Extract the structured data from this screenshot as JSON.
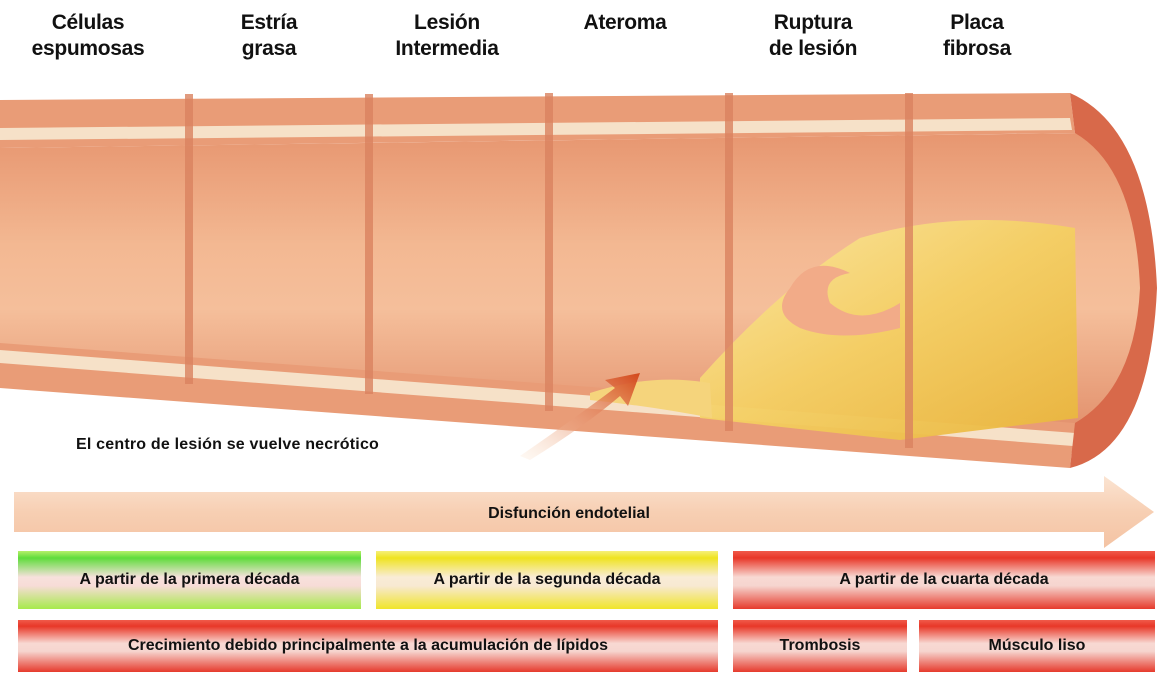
{
  "stages": [
    {
      "label": "Células\nespumosas"
    },
    {
      "label": "Estría\ngrasa"
    },
    {
      "label": "Lesión\nIntermedia"
    },
    {
      "label": "Ateroma"
    },
    {
      "label": "Ruptura\nde lesión"
    },
    {
      "label": "Placa\nfibrosa"
    }
  ],
  "annotation": "El centro de lesión se vuelve necrótico",
  "progression": "Disfunción endotelial",
  "timeline": [
    {
      "label": "A partir de la primera década",
      "color": "green"
    },
    {
      "label": "A partir de la segunda década",
      "color": "yellow"
    },
    {
      "label": "A partir de la cuarta década",
      "color": "red"
    }
  ],
  "mechanisms": [
    {
      "label": "Crecimiento debido principalmente a la acumulación de lípidos"
    },
    {
      "label": "Trombosis"
    },
    {
      "label": "Músculo liso"
    }
  ],
  "colors": {
    "artery_wall": "#e79a74",
    "lumen": "#f0b08b",
    "lipid": "#f5d77a",
    "intima_band": "#f6e0c6",
    "arrow": "#d9541e",
    "progress_arrow": "#f8d2b8"
  }
}
